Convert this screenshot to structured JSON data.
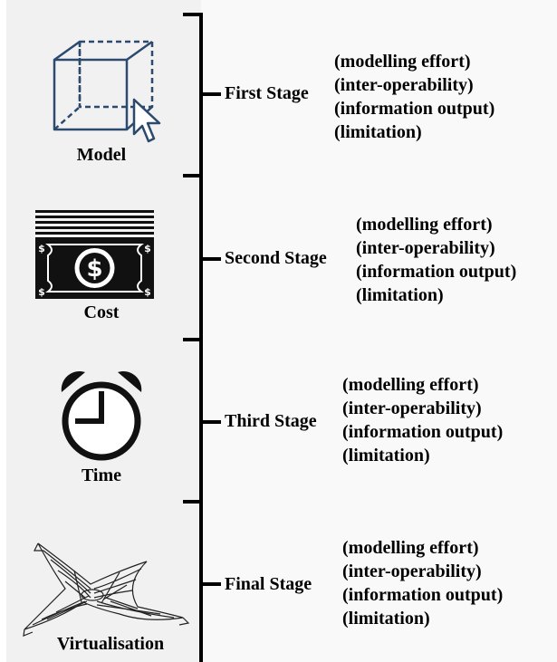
{
  "items": [
    {
      "name": "Model",
      "icon": "cube-cursor-icon",
      "stage": "First Stage",
      "details": [
        "(modelling effort)",
        "(inter-operability)",
        "(information output)",
        "(limitation)"
      ]
    },
    {
      "name": "Cost",
      "icon": "dollar-bill-icon",
      "stage": "Second Stage",
      "details": [
        "(modelling effort)",
        "(inter-operability)",
        "(information output)",
        "(limitation)"
      ]
    },
    {
      "name": "Time",
      "icon": "alarm-clock-icon",
      "stage": "Third Stage",
      "details": [
        "(modelling effort)",
        "(inter-operability)",
        "(information output)",
        "(limitation)"
      ]
    },
    {
      "name": "Virtualisation",
      "icon": "wireframe-shell-icon",
      "stage": "Final Stage",
      "details": [
        "(modelling effort)",
        "(inter-operability)",
        "(information output)",
        "(limitation)"
      ]
    }
  ],
  "colors": {
    "icon_blue": "#2c4a6e",
    "left_panel": "#f1f1f1",
    "line": "#000000"
  }
}
